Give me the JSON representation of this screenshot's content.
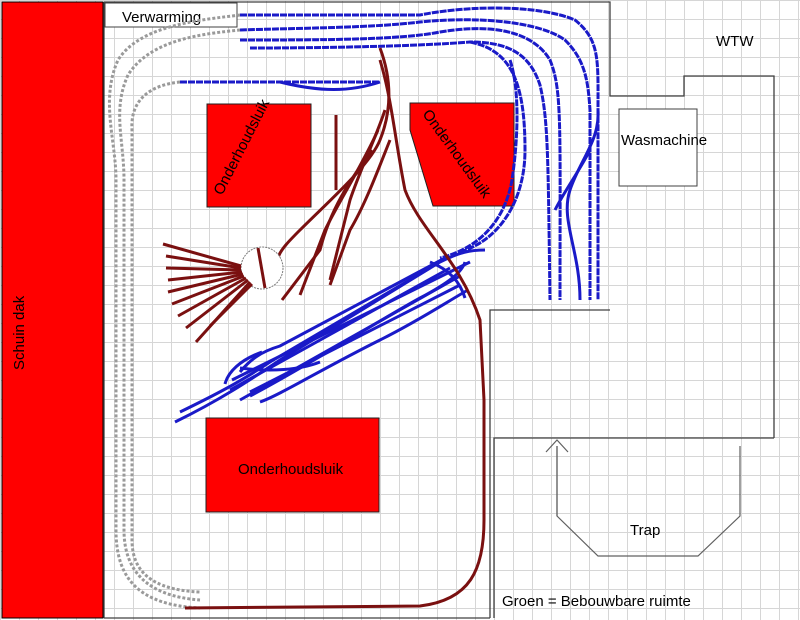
{
  "labels": {
    "schuin_dak": "Schuin dak",
    "verwarming": "Verwarming",
    "wtw": "WTW",
    "wasmachine": "Wasmachine",
    "onderhoudsluik_1": "Onderhoudsluik",
    "onderhoudsluik_2": "Onderhoudsluik",
    "onderhoudsluik_3": "Onderhoudsluik",
    "trap": "Trap",
    "legend": "Groen = Bebouwbare ruimte"
  },
  "colors": {
    "roof": "#ff0000",
    "hatch": "#ff0000",
    "track_blue": "#1a1ac8",
    "track_brown": "#7a1010",
    "track_grey": "#9a9a9a",
    "wall": "#404040"
  }
}
